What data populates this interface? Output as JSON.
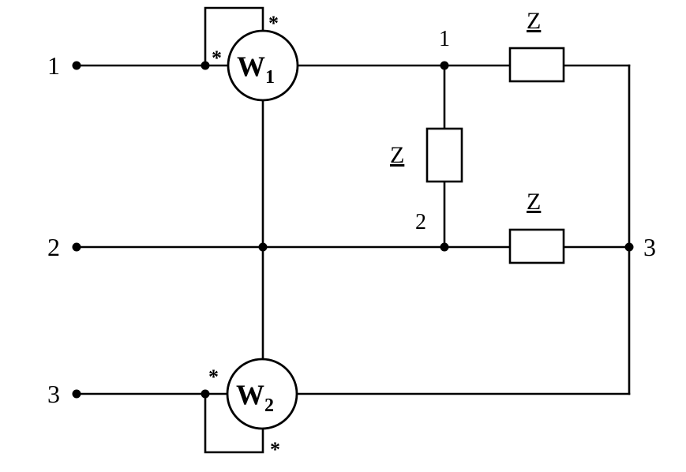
{
  "terminals": {
    "t1": "1",
    "t2": "2",
    "t3": "3"
  },
  "nodes": {
    "n1": "1",
    "n2": "2",
    "n3": "3"
  },
  "impedances": {
    "z_vertical": "Z",
    "z_top": "Z",
    "z_middle": "Z"
  },
  "wattmeters": {
    "w1": {
      "letter": "W",
      "sub": "1"
    },
    "w2": {
      "letter": "W",
      "sub": "2"
    }
  },
  "polarity_mark": "*"
}
